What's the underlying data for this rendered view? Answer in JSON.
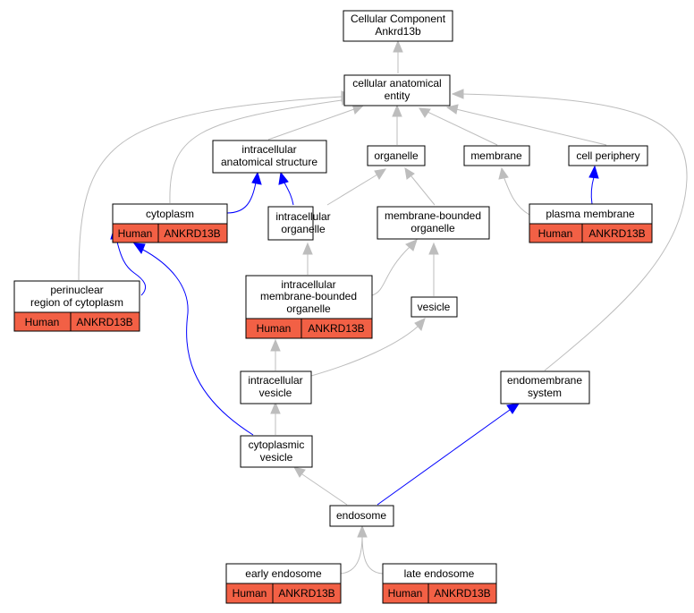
{
  "nodes": {
    "root": [
      "Cellular Component",
      "Ankrd13b"
    ],
    "cae": [
      "cellular anatomical",
      "entity"
    ],
    "ias": [
      "intracellular",
      "anatomical structure"
    ],
    "organelle": [
      "organelle"
    ],
    "membrane": [
      "membrane"
    ],
    "cellperiphery": [
      "cell periphery"
    ],
    "cytoplasm": [
      "cytoplasm"
    ],
    "io": [
      "intracellular",
      "organelle"
    ],
    "mbo": [
      "membrane-bounded",
      "organelle"
    ],
    "pm": [
      "plasma membrane"
    ],
    "perinuclear": [
      "perinuclear",
      "region of cytoplasm"
    ],
    "imbo": [
      "intracellular",
      "membrane-bounded",
      "organelle"
    ],
    "vesicle": [
      "vesicle"
    ],
    "iv": [
      "intracellular",
      "vesicle"
    ],
    "es": [
      "endomembrane",
      "system"
    ],
    "cv": [
      "cytoplasmic",
      "vesicle"
    ],
    "endosome": [
      "endosome"
    ],
    "early": [
      "early endosome"
    ],
    "late": [
      "late endosome"
    ]
  },
  "annotation": {
    "species": "Human",
    "gene": "ANKRD13B"
  },
  "colors": {
    "annotation_fill": "#f26045",
    "edge_gray": "#bdbdbd",
    "edge_blue": "#0000ff"
  }
}
